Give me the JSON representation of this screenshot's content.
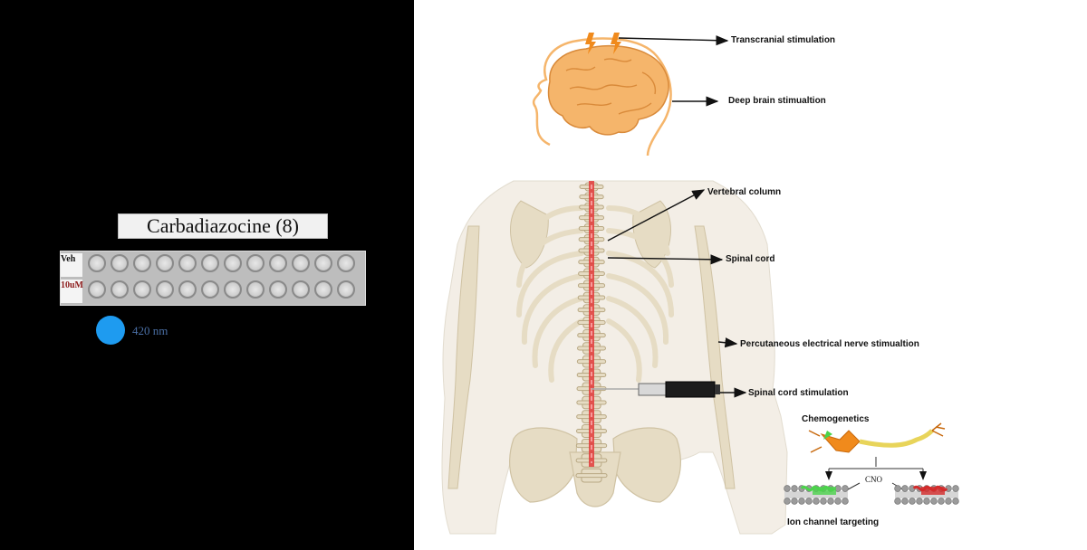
{
  "left_panel": {
    "compound_title": "Carbadiazocine (8)",
    "plate": {
      "row_labels": [
        "Veh",
        "10uM"
      ],
      "wells_per_row": 12
    },
    "light": {
      "label": "420 nm",
      "color": "#1e9bf0"
    }
  },
  "right_panel": {
    "labels": {
      "transcranial": "Transcranial stimulation",
      "deep_brain": "Deep brain stimualtion",
      "vertebral": "Vertebral column",
      "spinal_cord": "Spinal cord",
      "percutaneous": "Percutaneous electrical nerve stimualtion",
      "scs": "Spinal cord stimulation",
      "chemogenetics": "Chemogenetics",
      "cno": "CNO",
      "ion_channel": "Ion channel targeting"
    },
    "colors": {
      "brain": "#f5b56b",
      "bone": "#e6dcc4",
      "cord": "#e23b3b",
      "lightning": "#f08a1c",
      "dreadd_green": "#4bd34b",
      "dreadd_red": "#d42a2a"
    }
  }
}
